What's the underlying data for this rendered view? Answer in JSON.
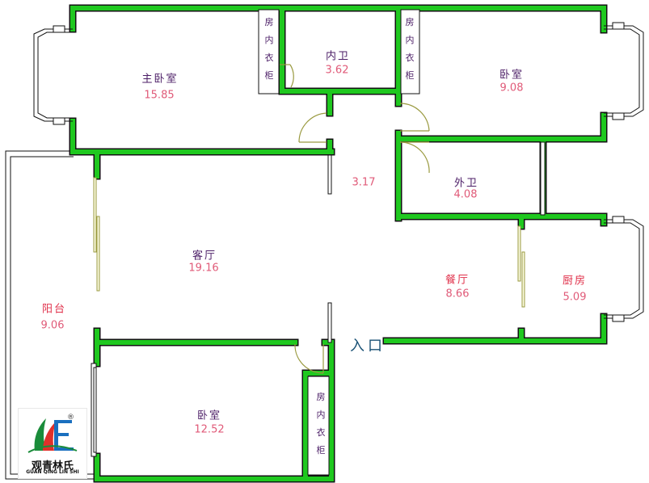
{
  "rooms": {
    "master_bedroom": {
      "name": "主卧室",
      "area": "15.85"
    },
    "inner_bath": {
      "name": "内卫",
      "area": "3.62"
    },
    "bedroom_ne": {
      "name": "卧室",
      "area": "9.08"
    },
    "hall": {
      "area": "3.17"
    },
    "outer_bath": {
      "name": "外卫",
      "area": "4.08"
    },
    "living": {
      "name": "客厅",
      "area": "19.16"
    },
    "dining": {
      "name": "餐厅",
      "area": "8.66"
    },
    "kitchen": {
      "name": "厨房",
      "area": "5.09"
    },
    "balcony": {
      "name": "阳台",
      "area": "9.06"
    },
    "bedroom_s": {
      "name": "卧室",
      "area": "12.52"
    }
  },
  "closets": {
    "closet_1": "房内衣柜",
    "closet_2": "房内衣柜",
    "closet_3": "房内衣柜"
  },
  "entrance": "入口",
  "logo": {
    "name": "观青林氏",
    "pinyin": "GUAN QING LIN SHI",
    "registered": "®"
  },
  "colors": {
    "wall": "#1fc81f",
    "wall_edge": "#0a0a0a",
    "door": "#9a9a40",
    "room_name": "#4b1d66",
    "area_text": "#e05a78",
    "highlight_text": "#e0304a"
  }
}
